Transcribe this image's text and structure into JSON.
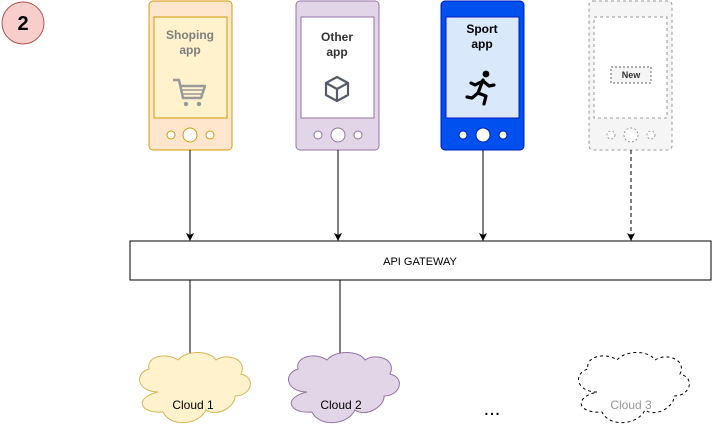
{
  "step_badge": {
    "label": "2"
  },
  "apps": [
    {
      "id": "shopping",
      "line1": "Shoping",
      "line2": "app",
      "icon": "shopping-cart-icon",
      "style": "dashed-none",
      "colors": {
        "fill": "#ffe6cc",
        "stroke": "#d79b00",
        "screen": "#fff2cc",
        "text": "#7f7f7f",
        "icon": "#999999"
      }
    },
    {
      "id": "other",
      "line1": "Other",
      "line2": "app",
      "icon": "cube-icon",
      "style": "solid",
      "colors": {
        "fill": "#e1d5e7",
        "stroke": "#9673a6",
        "screen": "#ffffff",
        "text": "#333333",
        "icon": "#555a6b"
      }
    },
    {
      "id": "sport",
      "line1": "Sport",
      "line2": "app",
      "icon": "running-person-icon",
      "style": "solid",
      "colors": {
        "fill": "#0050ef",
        "stroke": "#001dbc",
        "screen": "#dae8fc",
        "text": "#000000",
        "icon": "#000000"
      }
    },
    {
      "id": "new",
      "line1": "New",
      "line2": "",
      "icon": "",
      "style": "dashed",
      "colors": {
        "fill": "#f5f5f5",
        "stroke": "#999999",
        "screen": "#ffffff",
        "text": "#333333",
        "icon": "#999999"
      }
    }
  ],
  "gateway": {
    "label": "API GATEWAY"
  },
  "clouds": [
    {
      "label": "Cloud 1",
      "style": "solid",
      "colors": {
        "fill": "#fff2cc",
        "stroke": "#d6b656",
        "text": "#000000"
      }
    },
    {
      "label": "Cloud 2",
      "style": "solid",
      "colors": {
        "fill": "#e1d5e7",
        "stroke": "#9673a6",
        "text": "#000000"
      }
    },
    {
      "label": "Cloud 3",
      "style": "dashed",
      "colors": {
        "fill": "#ffffff",
        "stroke": "#000000",
        "text": "#999999"
      }
    }
  ],
  "ellipsis": {
    "label": "..."
  },
  "colors": {
    "badge_fill": "#f8cecc",
    "badge_stroke": "#b85450",
    "arrow": "#000000"
  }
}
